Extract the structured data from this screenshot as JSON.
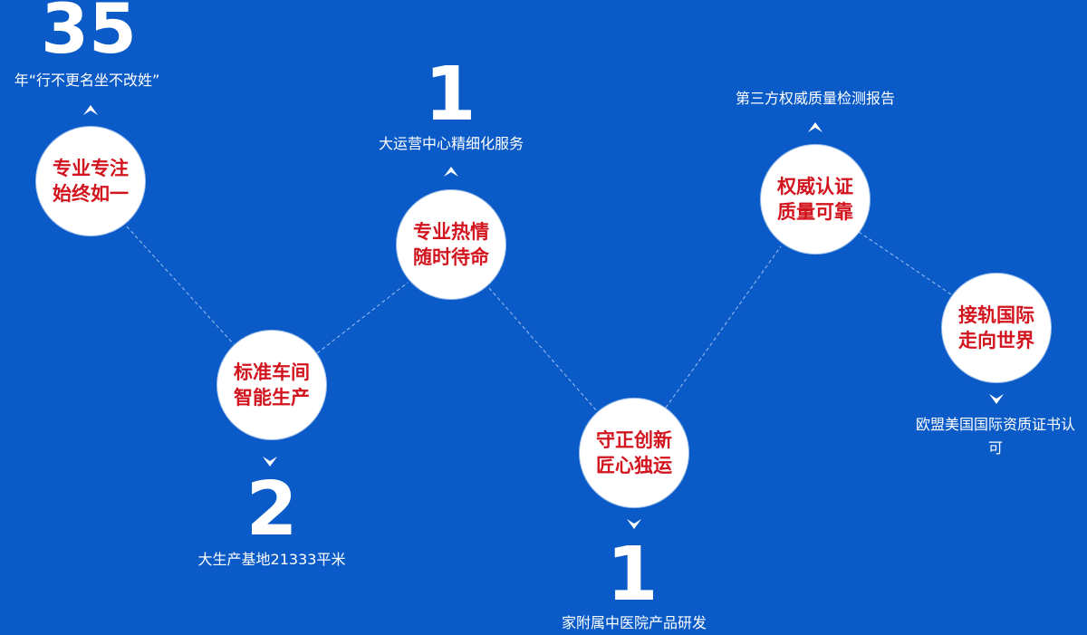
{
  "colors": {
    "background": "#0A5BC8",
    "node_fill": "#FFFFFF",
    "node_text": "#D2141E",
    "connector": "#9EC0EC"
  },
  "nodes": [
    {
      "line1": "专业专注",
      "line2": "始终如一",
      "number": "35",
      "caption": "年“行不更名坐不改姓”",
      "arrow": "up"
    },
    {
      "line1": "标准车间",
      "line2": "智能生产",
      "number": "2",
      "caption": "大生产基地21333平米",
      "arrow": "down"
    },
    {
      "line1": "专业热情",
      "line2": "随时待命",
      "number": "1",
      "caption": "大运营中心精细化服务",
      "arrow": "up"
    },
    {
      "line1": "守正创新",
      "line2": "匠心独运",
      "number": "1",
      "caption": "家附属中医院产品研发",
      "arrow": "down"
    },
    {
      "line1": "权威认证",
      "line2": "质量可靠",
      "number": "",
      "caption": "第三方权威质量检测报告",
      "arrow": "up"
    },
    {
      "line1": "接轨国际",
      "line2": "走向世界",
      "number": "",
      "caption_line1": "欧盟美国国际资质证书认",
      "caption_line2": "可",
      "arrow": "down"
    }
  ]
}
